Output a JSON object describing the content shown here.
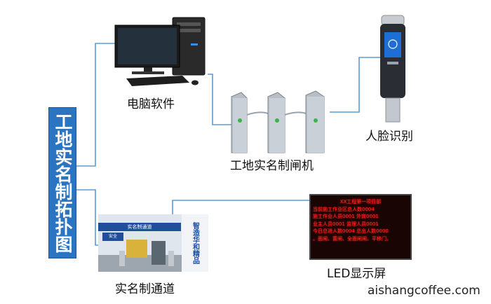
{
  "diagram": {
    "title": "工地实名制拓扑图",
    "nodes": {
      "computer": "电脑软件",
      "face": "人脸识别",
      "turnstile": "工地实名制闸机",
      "channel": "实名制通道",
      "led": "LED显示屏"
    },
    "led_screen_lines": [
      "XX工程第一项目部",
      "当前施工作业区总人数0004",
      "施工作业人员0001    外宾0001",
      "业主人员0001    监理人员0001",
      "今日总进人数0004  总出人数0000",
      "。面闸、置闸、全面闸闸、平移门。"
    ],
    "channel_photo_sign": "实名制通道",
    "channel_photo_side": "智造华和精品",
    "channel_photo_left": "安全"
  },
  "watermark": "aishangcoffee.com",
  "colors": {
    "wire": "#5b9bd5",
    "title_bg": "#2b74c2",
    "led_text": "#ff2a20"
  }
}
